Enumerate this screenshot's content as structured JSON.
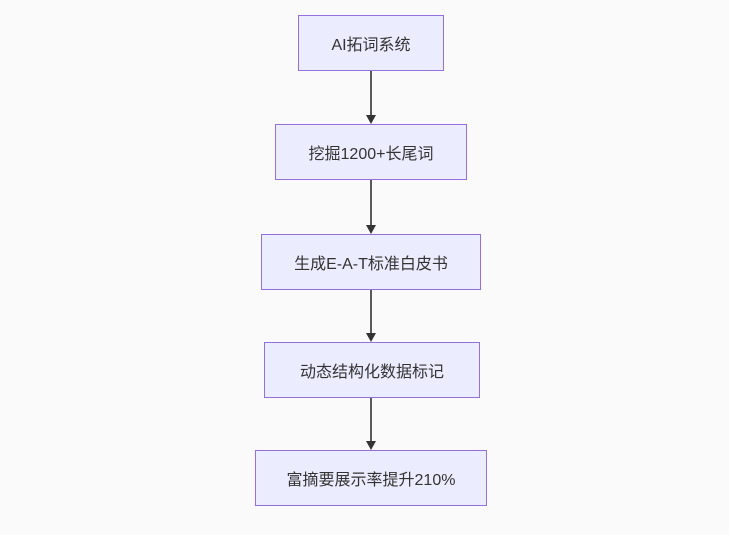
{
  "diagram": {
    "type": "flowchart",
    "direction": "top-down",
    "nodes": [
      {
        "label": "AI拓词系统"
      },
      {
        "label": "挖掘1200+长尾词"
      },
      {
        "label": "生成E-A-T标准白皮书"
      },
      {
        "label": "动态结构化数据标记"
      },
      {
        "label": "富摘要展示率提升210%"
      }
    ],
    "edges": [
      {
        "from": 0,
        "to": 1
      },
      {
        "from": 1,
        "to": 2
      },
      {
        "from": 2,
        "to": 3
      },
      {
        "from": 3,
        "to": 4
      }
    ],
    "colors": {
      "node_fill": "#ececff",
      "node_border": "#9370db",
      "node_text": "#333333",
      "edge_line": "#5a5a5a",
      "edge_arrowhead": "#333333",
      "background": "#fafafa"
    }
  }
}
